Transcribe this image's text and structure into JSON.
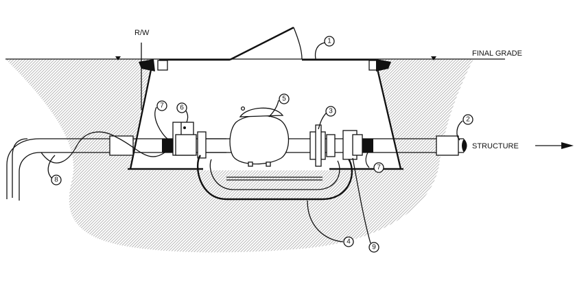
{
  "labels": {
    "right_of_way": "R/W",
    "final_grade": "FINAL GRADE",
    "structure": "STRUCTURE"
  },
  "callouts": [
    "1",
    "2",
    "3",
    "4",
    "5",
    "6",
    "7",
    "7",
    "8",
    "9"
  ],
  "colors": {
    "line": "#111111",
    "soil_hatch": "#9a9a9a",
    "background": "#ffffff"
  }
}
